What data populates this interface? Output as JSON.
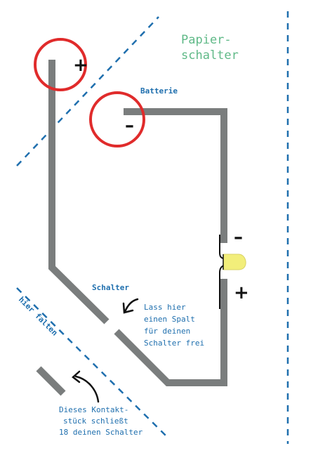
{
  "diagram": {
    "title_line1": "Papier-",
    "title_line2": "schalter",
    "battery_label": "Batterie",
    "plus_sign": "+",
    "minus_sign": "–",
    "led_minus": "–",
    "led_plus": "+",
    "switch_label": "Schalter",
    "fold_label": "hier falten",
    "gap_note": {
      "line1": "Lass hier",
      "line2": "einen Spalt",
      "line3": "für deinen",
      "line4": "Schalter frei"
    },
    "contact_note": {
      "line1": "Dieses Kontakt-",
      "line2": "stück schließt",
      "line3": "18 deinen Schalter"
    },
    "colors": {
      "wire": "#7a7d7d",
      "battery_ring": "#e02b2b",
      "fold_line": "#1f6fae",
      "label_blue": "#1f6fae",
      "title_green": "#5fb987",
      "led": "#f2ee7a",
      "ink": "#111111"
    },
    "icons": [
      "battery-plus-terminal-icon",
      "battery-minus-terminal-icon",
      "led-icon",
      "curved-arrow-icon"
    ]
  }
}
